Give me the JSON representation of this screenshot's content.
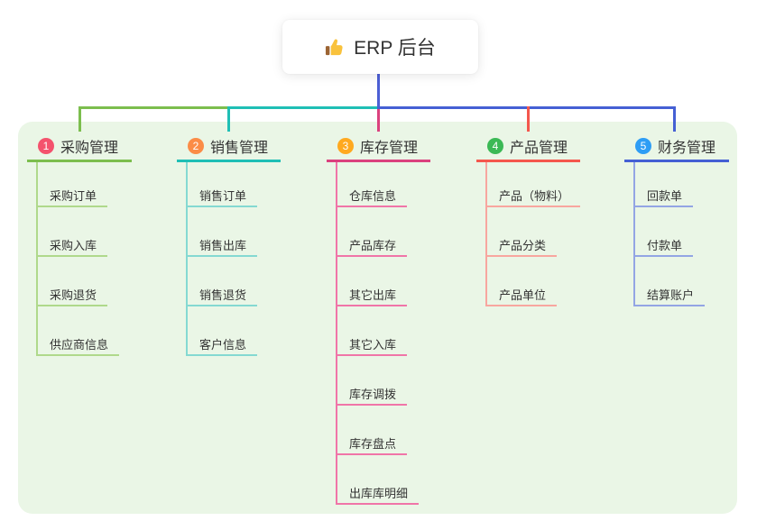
{
  "root": {
    "label": "ERP 后台",
    "icon": "thumbs-up-icon"
  },
  "canvas": {
    "background_color": "#EAF6E6",
    "root_line_color": "#4C5FD5"
  },
  "branches": [
    {
      "no": "1",
      "label": "采购管理",
      "color": "#7CBE4E",
      "child_line_color": "#AFD98B",
      "badge_color": "#F4526D",
      "children": [
        "采购订单",
        "采购入库",
        "采购退货",
        "供应商信息"
      ]
    },
    {
      "no": "2",
      "label": "销售管理",
      "color": "#1FBFB5",
      "child_line_color": "#84D9D2",
      "badge_color": "#FB8C47",
      "children": [
        "销售订单",
        "销售出库",
        "销售退货",
        "客户信息"
      ]
    },
    {
      "no": "3",
      "label": "库存管理",
      "color": "#DB417E",
      "child_line_color": "#F075A8",
      "badge_color": "#FFA91F",
      "children": [
        "仓库信息",
        "产品库存",
        "其它出库",
        "其它入库",
        "库存调拨",
        "库存盘点",
        "出库库明细"
      ]
    },
    {
      "no": "4",
      "label": "产品管理",
      "color": "#F4574D",
      "child_line_color": "#F8A69F",
      "badge_color": "#3BB955",
      "children": [
        "产品（物料）",
        "产品分类",
        "产品单位"
      ]
    },
    {
      "no": "5",
      "label": "财务管理",
      "color": "#4560D4",
      "child_line_color": "#93A5E4",
      "badge_color": "#2E9DF5",
      "children": [
        "回款单",
        "付款单",
        "结算账户"
      ]
    }
  ]
}
